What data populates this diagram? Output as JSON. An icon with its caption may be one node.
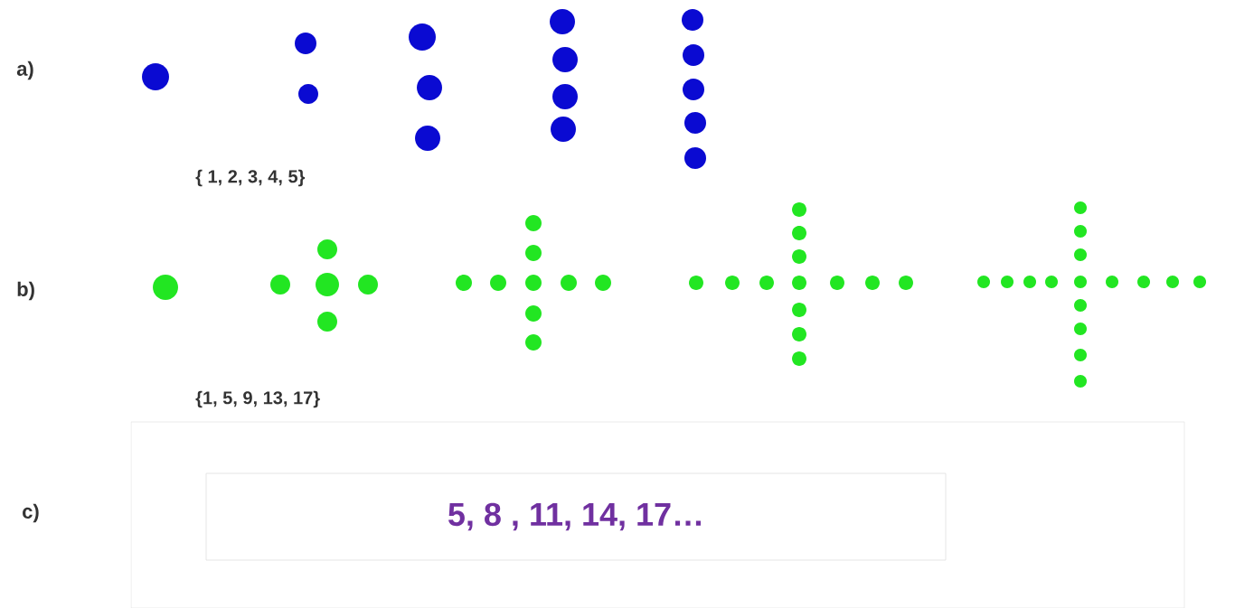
{
  "diagram": {
    "nodes": [
      {
        "text": [],
        "shape": "box"
      },
      {
        "text": [
          "5, 8 , 11, 14, 17…"
        ],
        "in": 0
      }
    ],
    "labels": [
      "a)",
      "{ 1, 2, 3, 4, 5}",
      "b)",
      "{1, 5, 9, 13, 17}",
      "c)"
    ]
  }
}
